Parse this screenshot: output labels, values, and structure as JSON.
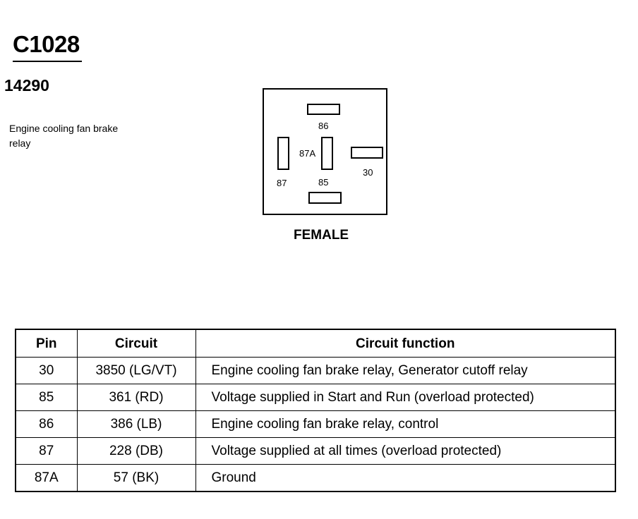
{
  "connector": {
    "id": "C1028",
    "part_number": "14290",
    "description": "Engine cooling fan brake relay",
    "gender": "FEMALE"
  },
  "pin_labels": {
    "p86": "86",
    "p87A": "87A",
    "p30": "30",
    "p87": "87",
    "p85": "85"
  },
  "table": {
    "headers": {
      "pin": "Pin",
      "circuit": "Circuit",
      "function": "Circuit function"
    },
    "rows": [
      {
        "pin": "30",
        "circuit": "3850 (LG/VT)",
        "function": "Engine cooling fan brake relay, Generator cutoff relay"
      },
      {
        "pin": "85",
        "circuit": "361 (RD)",
        "function": "Voltage supplied in Start and Run (overload protected)"
      },
      {
        "pin": "86",
        "circuit": "386 (LB)",
        "function": "Engine cooling fan brake relay, control"
      },
      {
        "pin": "87",
        "circuit": "228 (DB)",
        "function": "Voltage supplied at all times (overload protected)"
      },
      {
        "pin": "87A",
        "circuit": "57 (BK)",
        "function": "Ground"
      }
    ]
  }
}
